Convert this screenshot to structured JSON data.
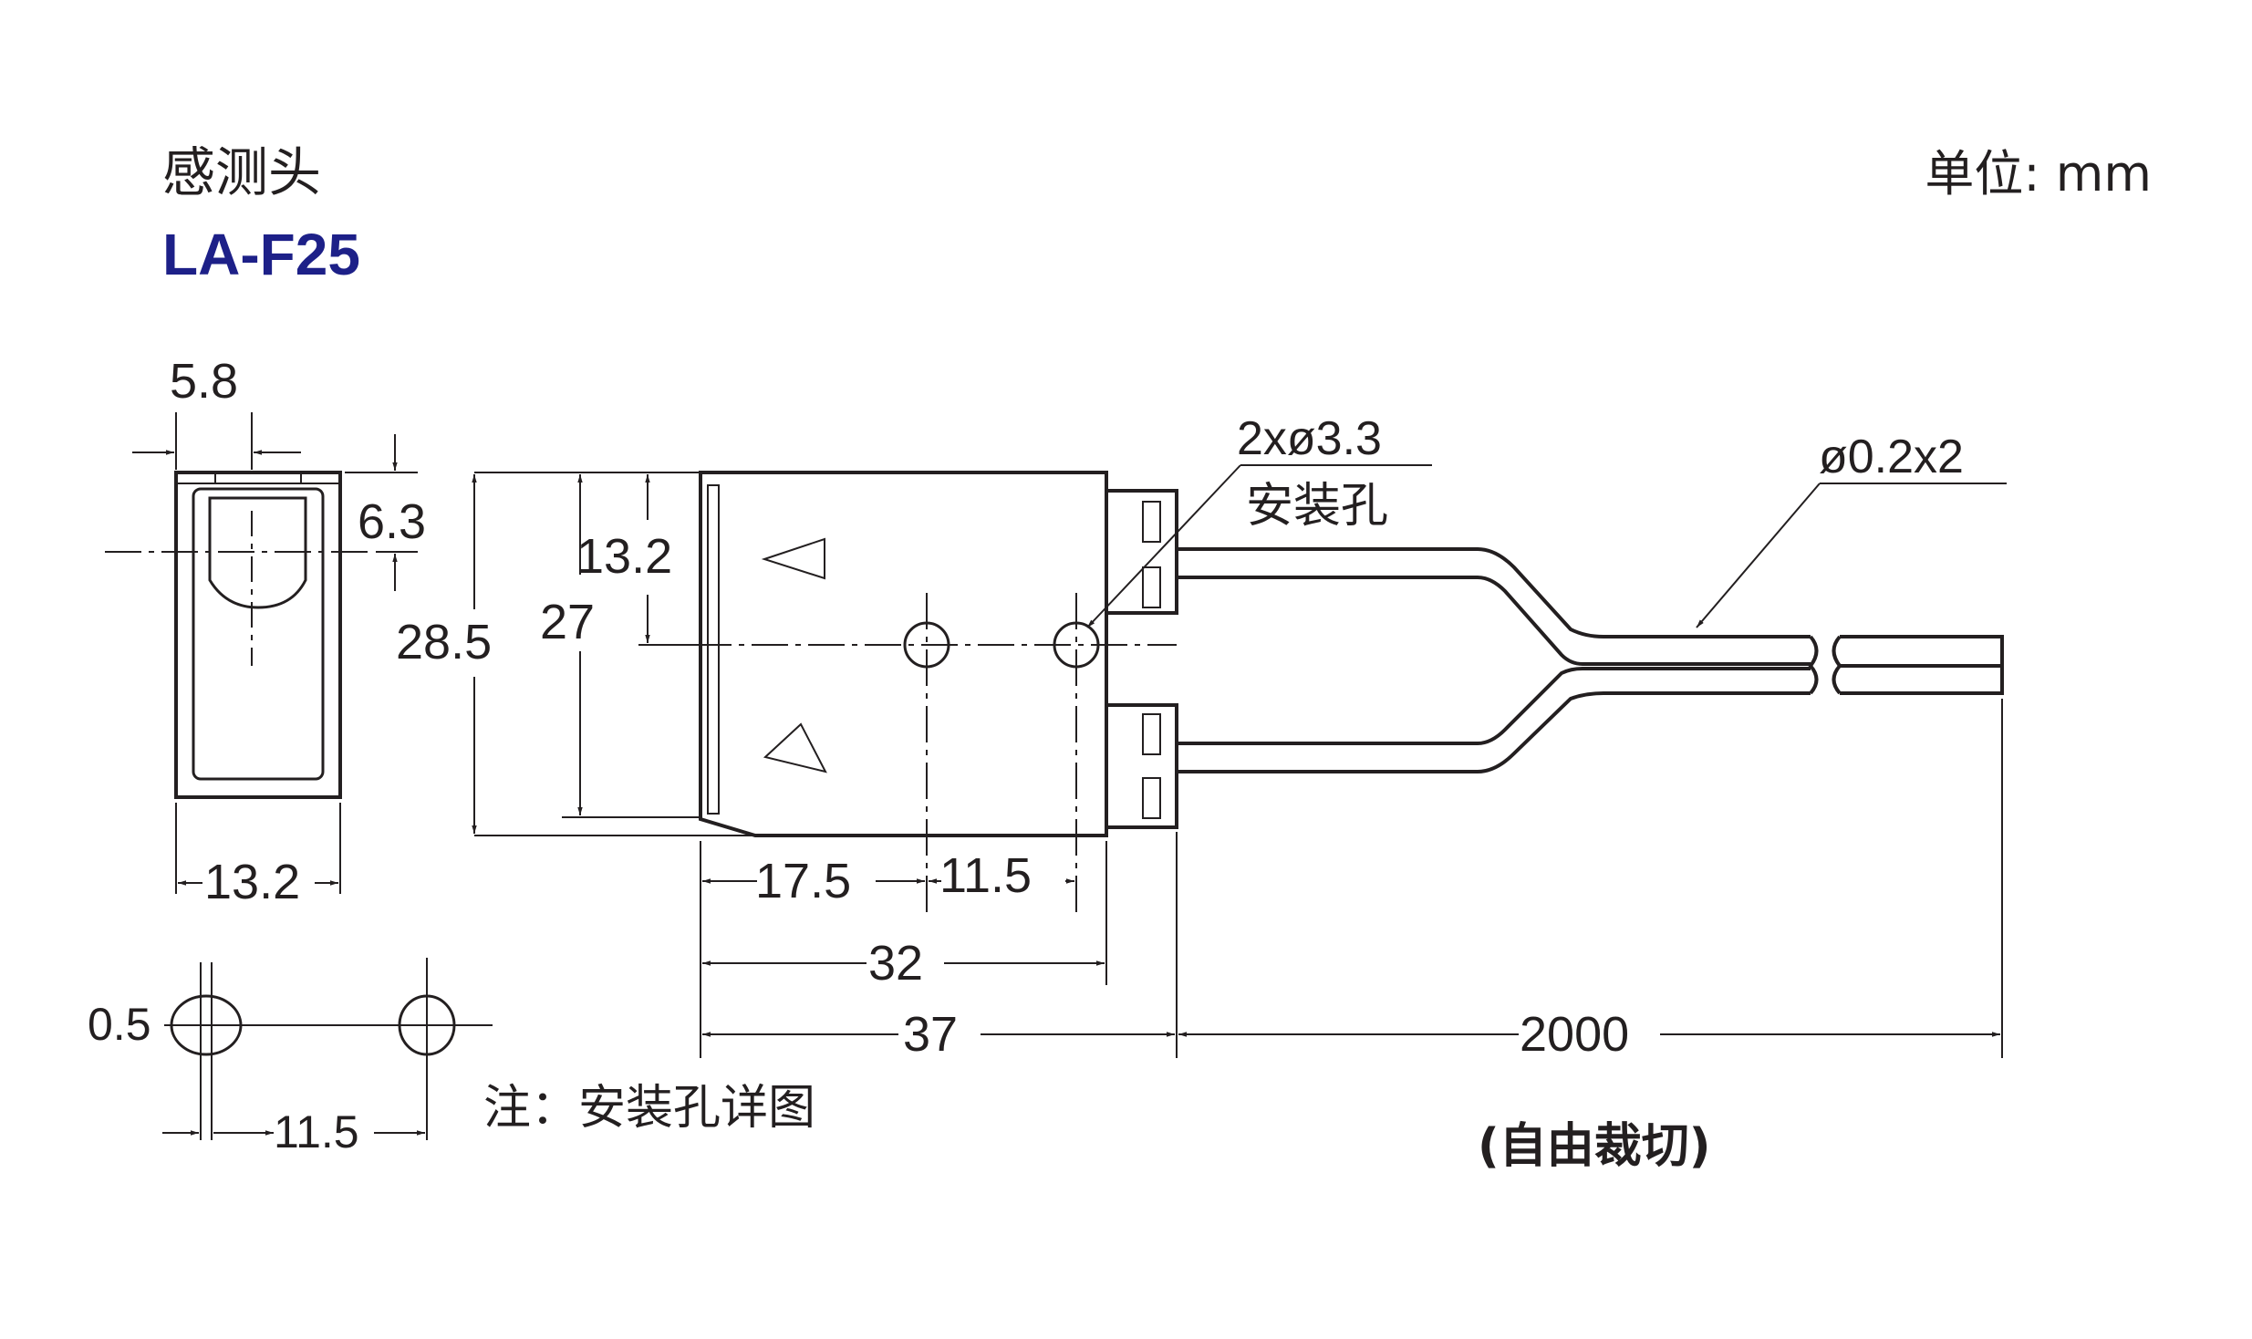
{
  "header": {
    "title": "感测头",
    "model": "LA-F25",
    "unit": "单位: mm"
  },
  "colors": {
    "line": "#231f20",
    "model": "#1d2088"
  },
  "dims": {
    "d5_8": "5.8",
    "d6_3": "6.3",
    "d13_2_side": "13.2",
    "d28_5": "28.5",
    "d27": "27",
    "d13_2_front": "13.2",
    "d17_5": "17.5",
    "d11_5_front": "11.5",
    "d32": "32",
    "d37": "37",
    "d2000": "2000",
    "d0_5": "0.5",
    "d11_5_detail": "11.5"
  },
  "notes": {
    "hole_label_1": "2xø3.3",
    "hole_label_2": "安装孔",
    "cable_label": "ø0.2x2",
    "detail_note": "注：安装孔详图",
    "cut_note": "(自由裁切)"
  }
}
